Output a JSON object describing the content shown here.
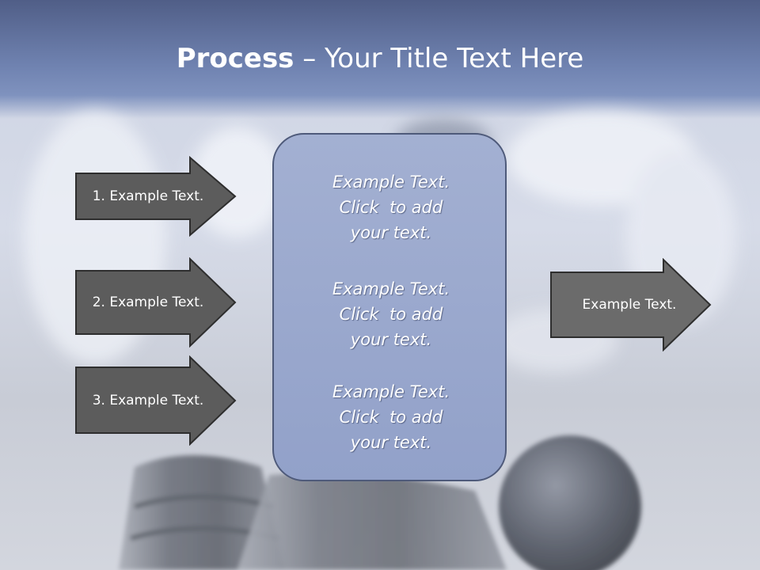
{
  "title": {
    "bold": "Process",
    "rest": " – Your Title Text Here"
  },
  "left_arrows": [
    {
      "label": "1. Example Text."
    },
    {
      "label": "2. Example Text."
    },
    {
      "label": "3. Example Text."
    }
  ],
  "center_panel": {
    "blocks": [
      {
        "line1": "Example Text.",
        "line2": "Click  to add",
        "line3": "your text."
      },
      {
        "line1": "Example Text.",
        "line2": "Click  to add",
        "line3": "your text."
      },
      {
        "line1": "Example Text.",
        "line2": "Click  to add",
        "line3": "your text."
      }
    ]
  },
  "right_arrow": {
    "label": "Example Text."
  },
  "colors": {
    "header": "#5a6a95",
    "arrow_fill_dark": "#5c5c5c",
    "arrow_fill_right": "#6b6b6b",
    "panel_fill": "#98a6cc",
    "panel_border": "#4e5a7a"
  }
}
